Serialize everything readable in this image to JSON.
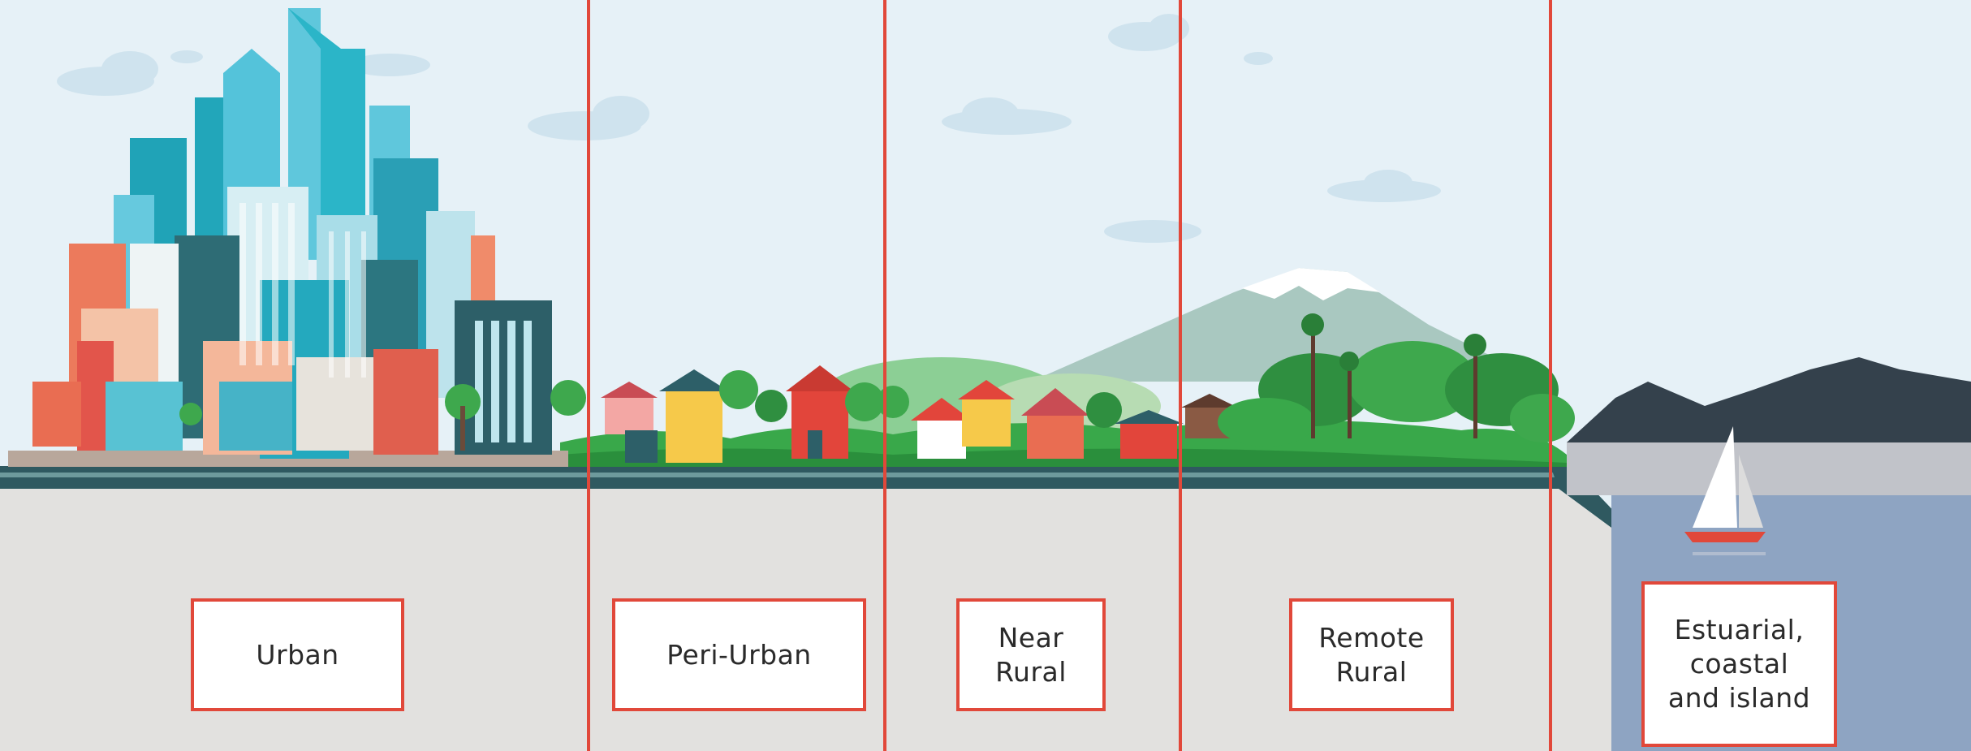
{
  "zones": [
    {
      "id": "urban",
      "label": "Urban"
    },
    {
      "id": "peri-urban",
      "label": "Peri-Urban"
    },
    {
      "id": "near-rural",
      "label": "Near\nRural"
    },
    {
      "id": "remote-rural",
      "label": "Remote\nRural"
    },
    {
      "id": "estuarial",
      "label": "Estuarial,\ncoastal\nand island"
    }
  ],
  "colors": {
    "sky": "#e6f1f7",
    "ground": "#e2e1df",
    "divider": "#e1483a",
    "water": "#8ea4c2",
    "mountain_dark": "#34414c",
    "grass": "#39a84a"
  }
}
